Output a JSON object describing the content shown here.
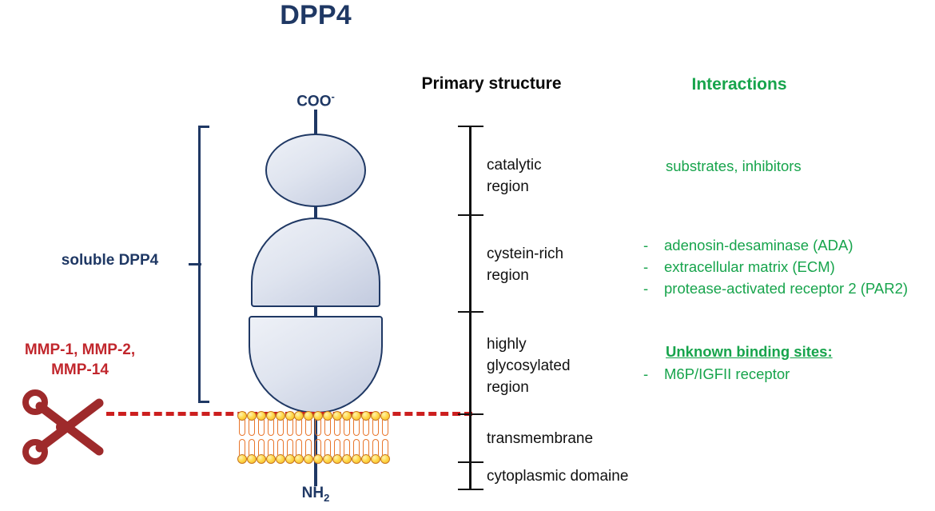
{
  "title": "DPP4",
  "colors": {
    "navy": "#1F3864",
    "green": "#17A44C",
    "red_text": "#C1272D",
    "red_dash": "#CC1F1F",
    "scissors": "#9E2A2B",
    "lipid_head": "#FFD84A",
    "lipid_tail": "#E8762C",
    "axis": "#111111"
  },
  "headers": {
    "primary_structure": "Primary structure",
    "interactions": "Interactions"
  },
  "protein": {
    "c_terminus": "COO",
    "c_terminus_charge": "-",
    "n_terminus": "NH",
    "n_terminus_subscript": "2",
    "soluble_label": "soluble  DPP4",
    "domains": [
      {
        "name": "catalytic-domain-shape"
      },
      {
        "name": "cystein-rich-domain-shape"
      },
      {
        "name": "glycosylated-domain-shape"
      }
    ]
  },
  "cleavage": {
    "enzymes_line1": "MMP-1, MMP-2,",
    "enzymes_line2": "MMP-14",
    "icon": "scissors-icon"
  },
  "primary_structure_regions": [
    {
      "id": "catalytic",
      "lines": [
        "catalytic",
        "region"
      ]
    },
    {
      "id": "cystein-rich",
      "lines": [
        "cystein-rich",
        "region"
      ]
    },
    {
      "id": "highly-glycosylated",
      "lines": [
        "highly",
        "glycosylated",
        "region"
      ]
    },
    {
      "id": "transmembrane",
      "lines": [
        "transmembrane"
      ]
    },
    {
      "id": "cytoplasmic",
      "lines": [
        "cytoplasmic domaine"
      ]
    }
  ],
  "interactions": {
    "catalytic_interactions": "substrates, inhibitors",
    "bullet_marker": "-",
    "binding_partners": [
      "adenosin-desaminase (ADA)",
      "extracellular matrix (ECM)",
      "protease-activated receptor 2 (PAR2)"
    ],
    "unknown_heading": "Unknown binding sites:",
    "unknown_partners": [
      "M6P/IGFII receptor"
    ]
  },
  "membrane": {
    "lipid_count": 16,
    "layers": 2
  }
}
